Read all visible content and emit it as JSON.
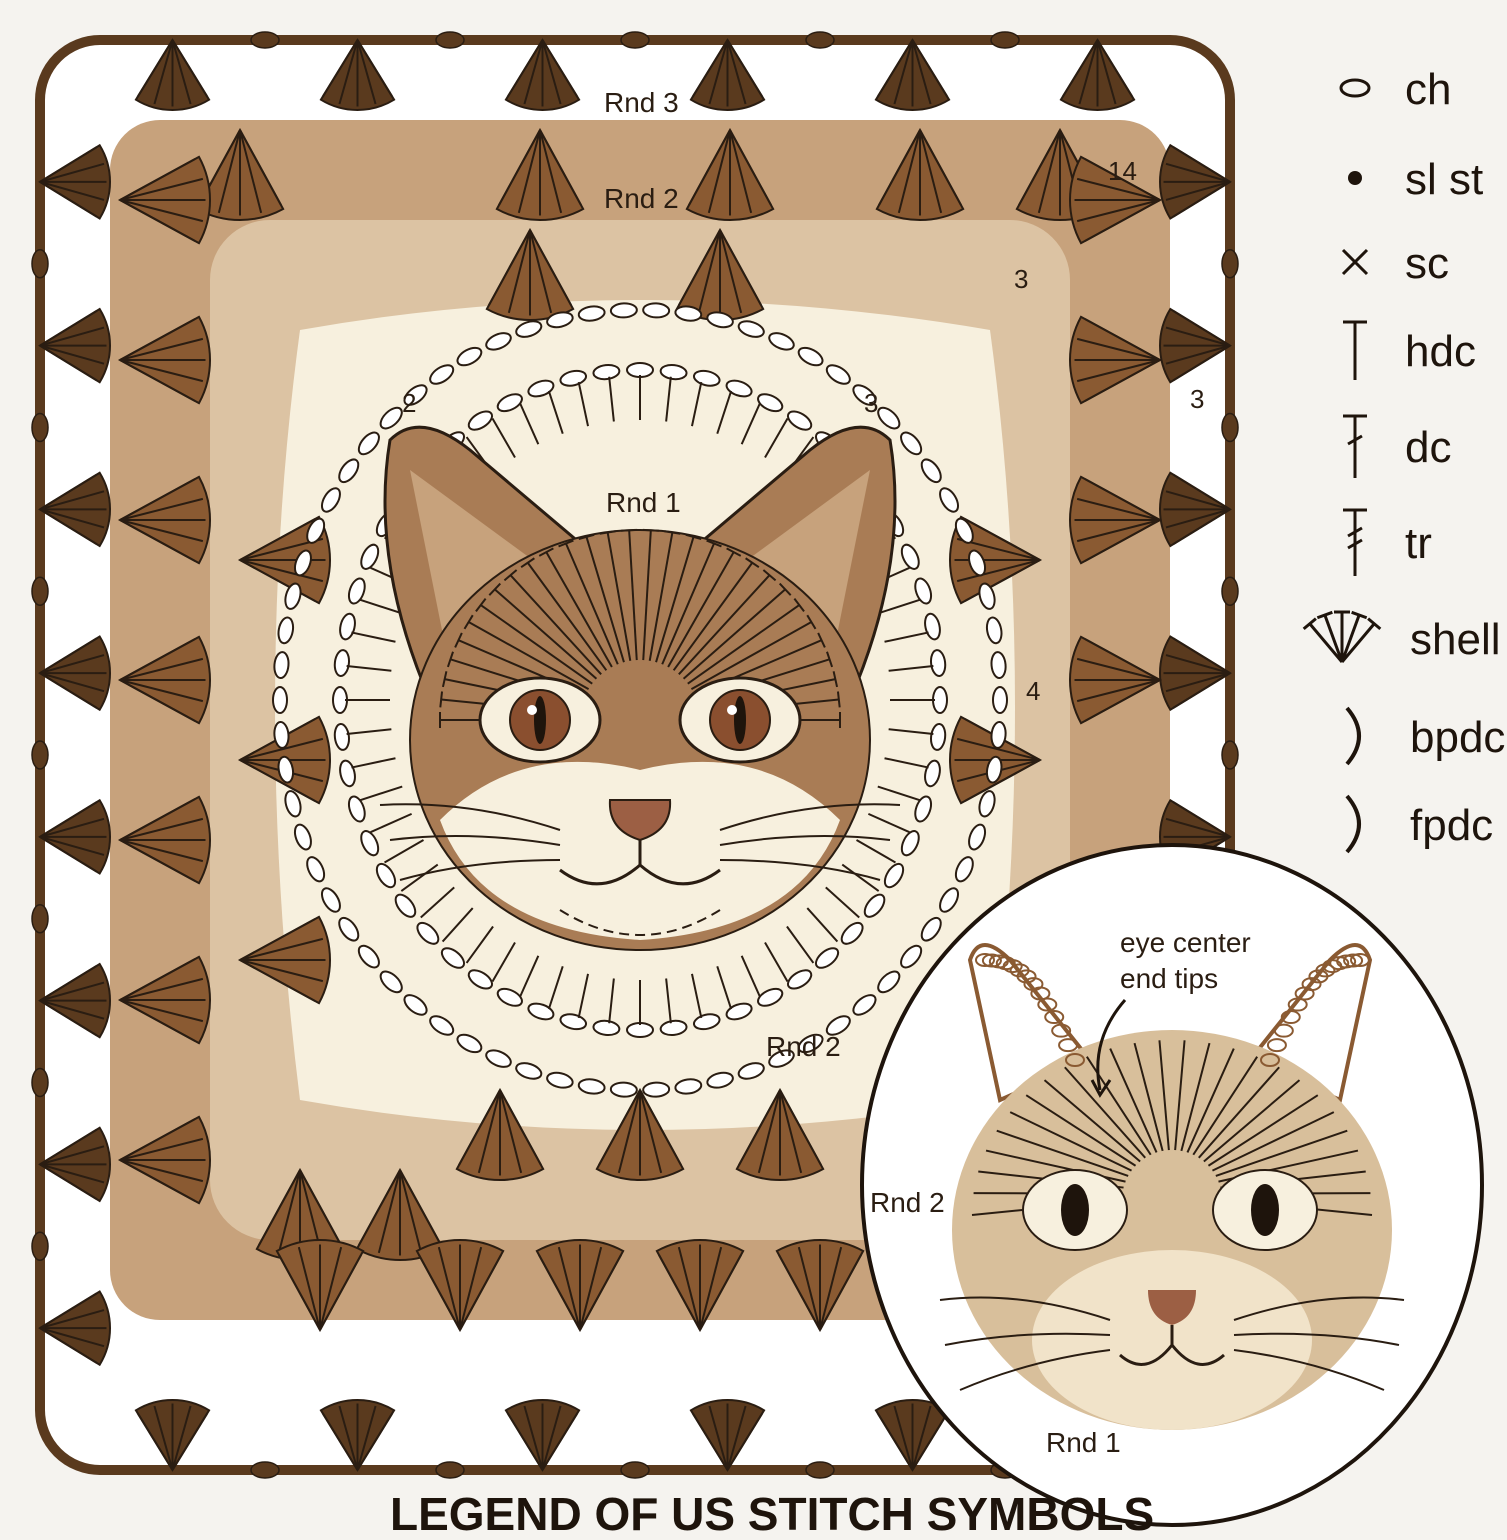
{
  "diagram": {
    "title": "LEGEND OF US STITCH SYMBOLS",
    "round_labels": {
      "rnd3": "Rnd 3",
      "rnd2_top": "Rnd 2",
      "rnd1_main": "Rnd 1",
      "rnd2_main": "Rnd 2",
      "rnd2_inset": "Rnd 2",
      "rnd1_inset": "Rnd 1"
    },
    "numbers": {
      "n14": "14",
      "n3a": "3",
      "n3b": "3",
      "n2": "2",
      "n3c": "3",
      "n4": "4"
    },
    "inset_note": [
      "eye center",
      "end tips"
    ],
    "colors": {
      "dark_brown": "#5a3a1e",
      "mid_brown": "#8a5a32",
      "tan": "#b8916a",
      "cream": "#f7f0de",
      "ink": "#2a1d12"
    }
  },
  "legend": [
    {
      "symbol": "chain-oval-icon",
      "label": "ch"
    },
    {
      "symbol": "dot-icon",
      "label": "sl st"
    },
    {
      "symbol": "cross-icon",
      "label": "sc"
    },
    {
      "symbol": "hdc-icon",
      "label": "hdc"
    },
    {
      "symbol": "dc-icon",
      "label": "dc"
    },
    {
      "symbol": "tr-icon",
      "label": "tr"
    },
    {
      "symbol": "shell-icon",
      "label": "shell"
    },
    {
      "symbol": "bpdc-icon",
      "label": "bpdc"
    },
    {
      "symbol": "fpdc-icon",
      "label": "fpdc"
    }
  ]
}
